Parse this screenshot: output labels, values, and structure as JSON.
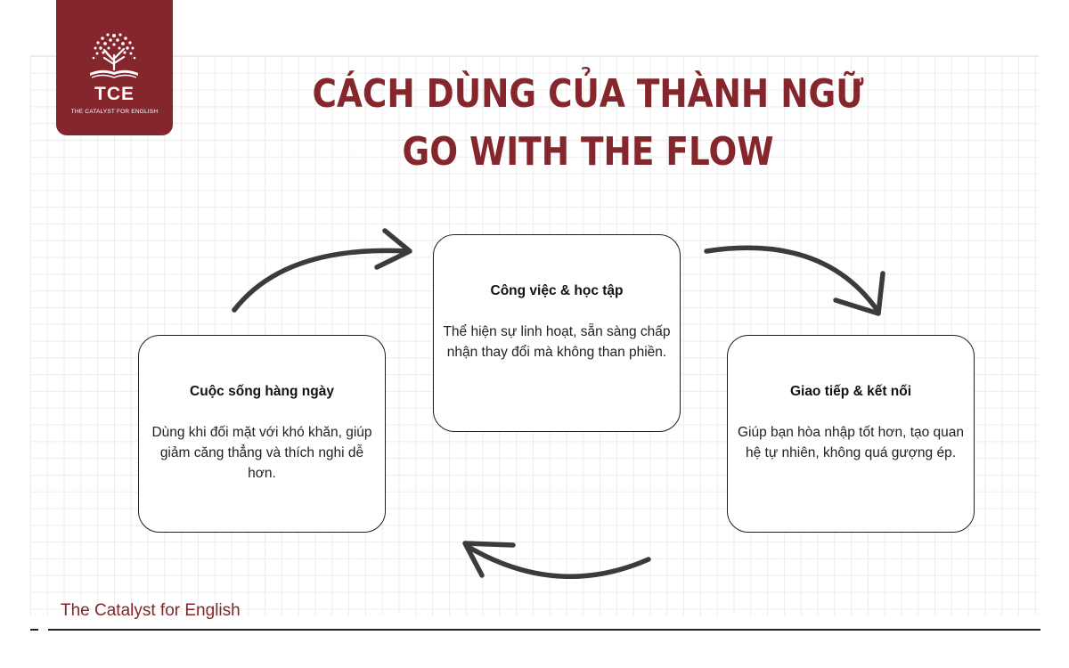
{
  "logo": {
    "mark": "TCE",
    "tagline": "THE CATALYST FOR ENGLISH",
    "icon": "tree-book-icon",
    "color": "#84262c"
  },
  "title": {
    "line1": "CÁCH DÙNG CỦA THÀNH NGỮ",
    "line2": "GO WITH THE FLOW",
    "color": "#84262c"
  },
  "cards": {
    "center": {
      "title": "Công việc & học tập",
      "description": "Thể hiện sự linh hoạt, sẵn sàng chấp nhận thay đổi mà không than phiền."
    },
    "left": {
      "title": "Cuộc sống hàng ngày",
      "description": "Dùng khi đối mặt với khó khăn, giúp giảm căng thẳng và thích nghi dễ hơn."
    },
    "right": {
      "title": "Giao tiếp & kết nối",
      "description": "Giúp bạn hòa nhập tốt hơn, tạo quan hệ tự nhiên, không quá gượng ép."
    }
  },
  "arrows": {
    "color": "#3b3b3b",
    "icon": "curved-arrow-icon"
  },
  "footer": {
    "text": "The Catalyst for English"
  }
}
